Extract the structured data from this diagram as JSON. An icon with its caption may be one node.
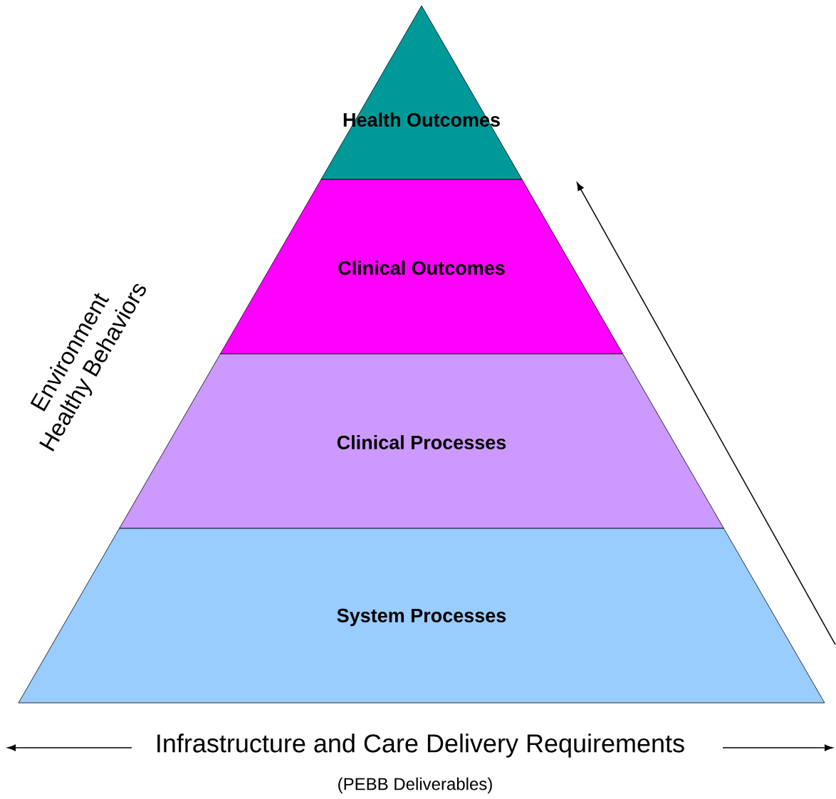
{
  "diagram": {
    "nodes": [
      {
        "text": [
          "Health Outcomes"
        ]
      },
      {
        "text": [
          "Clinical Outcomes"
        ]
      },
      {
        "text": [
          "Clinical Processes"
        ]
      },
      {
        "text": [
          "System Processes"
        ]
      }
    ],
    "labels": [
      "Environment",
      "Healthy Behaviors",
      "Infrastructure and Care Delivery Requirements",
      "(PEBB Deliverables)"
    ]
  }
}
